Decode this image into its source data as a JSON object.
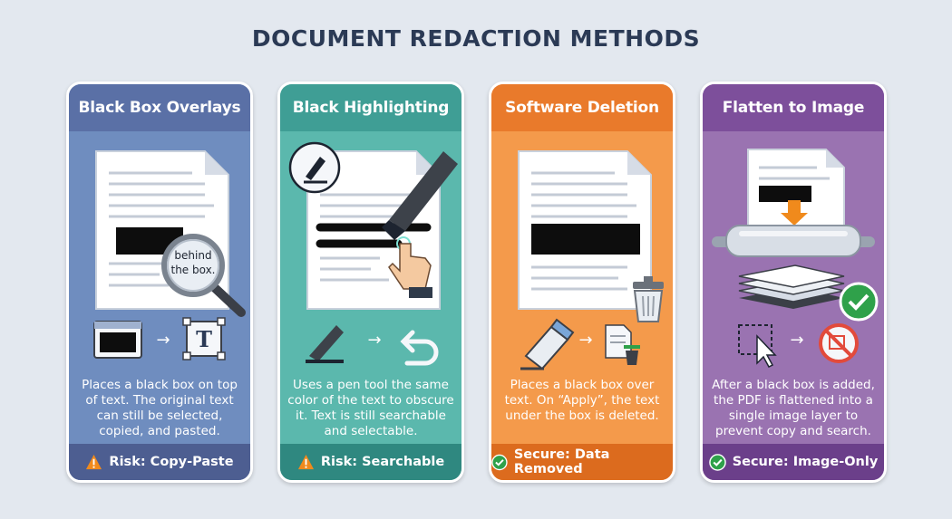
{
  "title": "DOCUMENT REDACTION METHODS",
  "colors": {
    "background": "#e3e8ef",
    "title": "#2b3a55",
    "card1": "#6f8dbf",
    "card2": "#5bb8ad",
    "card3": "#f49a4b",
    "card4": "#9a73b1",
    "risk_icon": "#f08a1c",
    "secure_icon": "#2fa14a"
  },
  "cards": [
    {
      "heading": "Black Box Overlays",
      "magnifier_text_1": "behind",
      "magnifier_text_2": "the box.",
      "flow_result_glyph": "T",
      "description": "Places a black box on top of text. The original text can still be selected, copied, and pasted.",
      "status_icon": "warning-icon",
      "status": "Risk: Copy-Paste"
    },
    {
      "heading": "Black Highlighting",
      "description": "Uses a pen tool the same color of the text to obscure it. Text is still searchable and selectable.",
      "status_icon": "warning-icon",
      "status": "Risk: Searchable"
    },
    {
      "heading": "Software Deletion",
      "description": "Places a black box over text. On “Apply”, the text under the box is deleted.",
      "status_icon": "check-icon",
      "status": "Secure: Data Removed"
    },
    {
      "heading": "Flatten to Image",
      "description": "After a black box is added, the PDF is flattened into a single image layer to prevent copy and search.",
      "status_icon": "check-icon",
      "status": "Secure: Image-Only"
    }
  ]
}
